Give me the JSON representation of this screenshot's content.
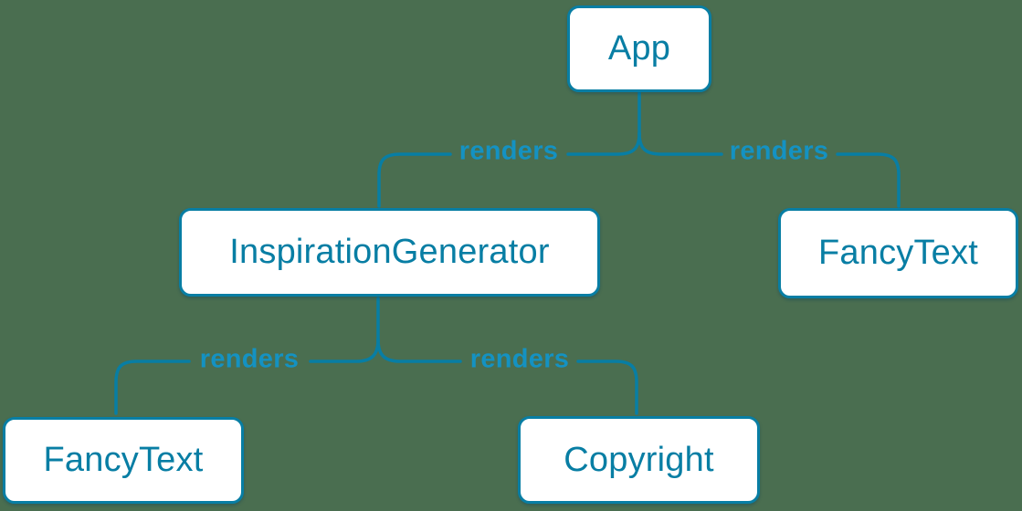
{
  "diagram": {
    "type": "render-tree",
    "title": "React render tree diagram",
    "nodes": [
      {
        "id": "app",
        "label": "App"
      },
      {
        "id": "inspiration-generator",
        "label": "InspirationGenerator"
      },
      {
        "id": "fancy-text-top",
        "label": "FancyText"
      },
      {
        "id": "fancy-text-bottom",
        "label": "FancyText"
      },
      {
        "id": "copyright",
        "label": "Copyright"
      }
    ],
    "edges": [
      {
        "from": "app",
        "to": "inspiration-generator",
        "label": "renders"
      },
      {
        "from": "app",
        "to": "fancy-text-top",
        "label": "renders"
      },
      {
        "from": "inspiration-generator",
        "to": "fancy-text-bottom",
        "label": "renders"
      },
      {
        "from": "inspiration-generator",
        "to": "copyright",
        "label": "renders"
      }
    ],
    "colors": {
      "background": "#4a6e50",
      "node_bg": "#ffffff",
      "node_border": "#087ea4",
      "node_text": "#087ea4",
      "edge_line": "#087ea4",
      "edge_label": "#1492c2"
    }
  }
}
